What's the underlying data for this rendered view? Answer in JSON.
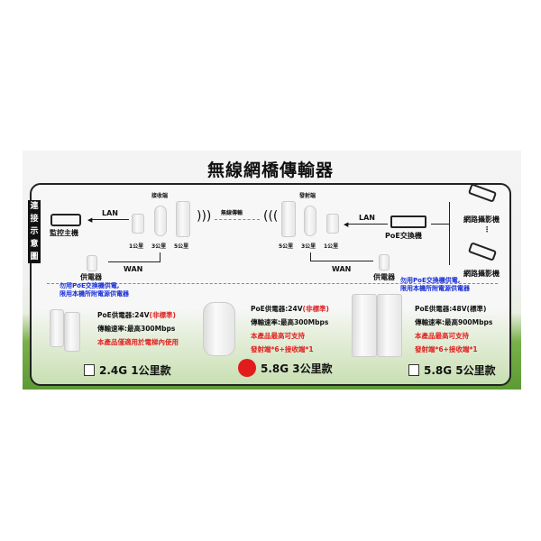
{
  "title": "無線網橋傳輸器",
  "side_label": [
    "連",
    "接",
    "示",
    "意",
    "圖"
  ],
  "diagram": {
    "receiver_label": "接收端",
    "transmitter_label": "發射端",
    "wireless_label": "無線傳輸",
    "lan_left": "LAN",
    "lan_right": "LAN",
    "wan_left": "WAN",
    "wan_right": "WAN",
    "monitor_host": "監控主機",
    "poe_switch": "PoE交換機",
    "camera_label": "網路攝影機",
    "power_left": "供電器",
    "power_right": "供電器",
    "dist_left": [
      "1公里",
      "3公里",
      "5公里"
    ],
    "dist_right": [
      "5公里",
      "3公里",
      "1公里"
    ],
    "note_left": [
      "勿用PoE交換機供電,",
      "限用本機所附電源供電器"
    ],
    "note_right": [
      "勿用PoE交換機供電,",
      "限用本機所附電源供電器"
    ]
  },
  "products": [
    {
      "spec1": "PoE供電器:24V",
      "spec1_note": "(非標準)",
      "spec2": "傳輸速率:最高300Mbps",
      "red1": "本產品僅適用於電梯內使用",
      "red2": "",
      "option": "2.4G 1公里款",
      "selected": false
    },
    {
      "spec1": "PoE供電器:24V",
      "spec1_note": "(非標準)",
      "spec2": "傳輸速率:最高300Mbps",
      "red1": "本產品最高可支持",
      "red2": "發射端*6+接收端*1",
      "option": "5.8G 3公里款",
      "selected": true
    },
    {
      "spec1": "PoE供電器:48V",
      "spec1_note": "(標準)",
      "spec2": "傳輸速率:最高900Mbps",
      "red1": "本產品最高可支持",
      "red2": "發射端*6+接收端*1",
      "option": "5.8G 5公里款",
      "selected": false
    }
  ]
}
